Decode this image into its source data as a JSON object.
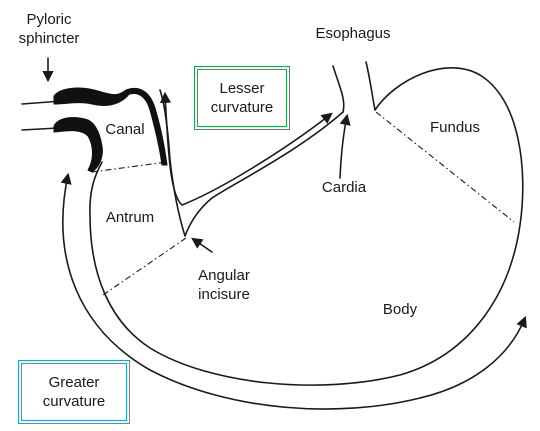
{
  "labels": {
    "pyloric_sphincter": [
      "Pyloric",
      "sphincter"
    ],
    "esophagus": "Esophagus",
    "canal": "Canal",
    "fundus": "Fundus",
    "cardia": "Cardia",
    "antrum": "Antrum",
    "angular_incisure": [
      "Angular",
      "incisure"
    ],
    "body": "Body"
  },
  "boxes": {
    "lesser_curvature": {
      "lines": [
        "Lesser",
        "curvature"
      ],
      "border_color": "#1aa64b"
    },
    "greater_curvature": {
      "lines": [
        "Greater",
        "curvature"
      ],
      "border_color": "#1ba3e0"
    }
  },
  "colors": {
    "stroke": "#1a1a1a",
    "sphincter_fill": "#111111"
  }
}
